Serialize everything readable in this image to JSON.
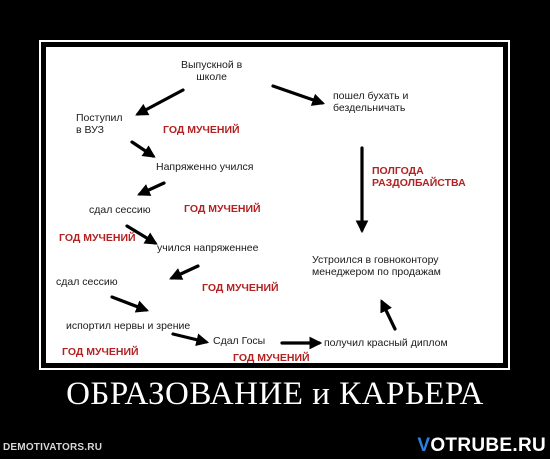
{
  "nodes": {
    "graduation": "Выпускной в\nшколе",
    "went_drinking": "пошел бухать и\nбездельничать",
    "entered_university": "Поступил\nв ВУЗ",
    "studied_hard": "Напряженно учился",
    "passed_session_1": "сдал сессию",
    "studied_harder": "учился напряженнее",
    "passed_session_2": "сдал сессию",
    "ruined_nerves": "испортил нервы и зрение",
    "passed_state_exams": "Сдал Госы",
    "got_red_diploma": "получил красный диплом",
    "got_job": "Устроился в говноконтору\nменеджером по продажам"
  },
  "labels": {
    "year_of_torment_1": "ГОД МУЧЕНИЙ",
    "year_of_torment_2": "ГОД МУЧЕНИЙ",
    "year_of_torment_3": "ГОД МУЧЕНИЙ",
    "year_of_torment_4": "ГОД МУЧЕНИЙ",
    "year_of_torment_5": "ГОД МУЧЕНИЙ",
    "year_of_torment_6": "ГОД МУЧЕНИЙ",
    "half_year_slacking": "ПОЛГОДА\nРАЗДОЛБАЙСТВА"
  },
  "title": "ОБРАЗОВАНИЕ и КАРЬЕРА",
  "watermark_left": "DEMOTIVATORS.RU",
  "watermark_right_accent": "V",
  "watermark_right_rest": "OTRUBE.RU",
  "colors": {
    "background": "#000000",
    "canvas": "#ffffff",
    "text": "#1a1a1a",
    "label": "#b22222",
    "watermark_accent": "#2e7fe0"
  }
}
